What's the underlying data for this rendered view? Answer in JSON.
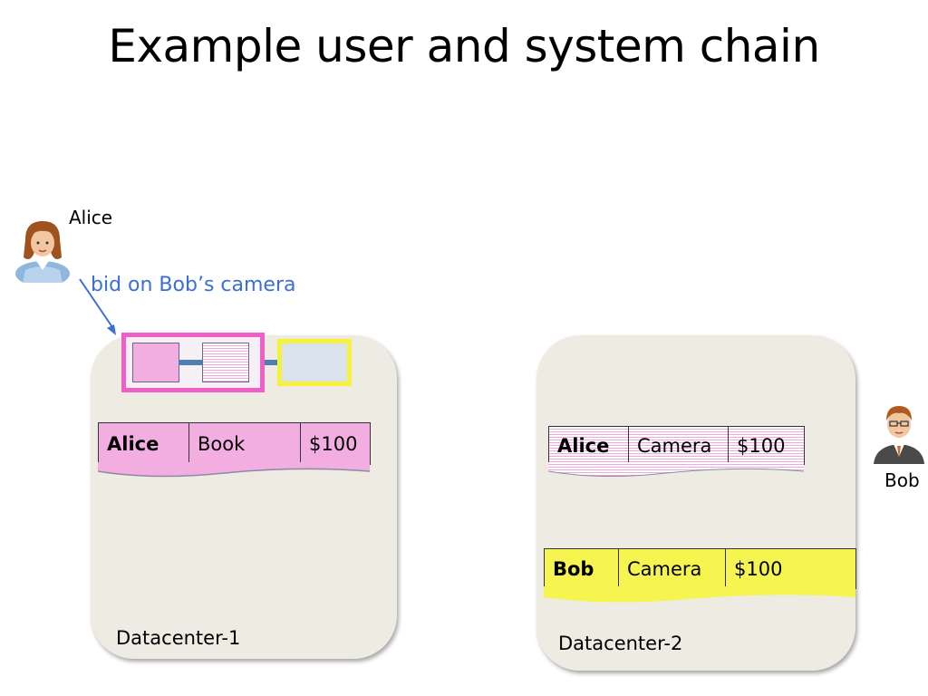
{
  "title": "Example user and system chain",
  "alice": {
    "name": "Alice",
    "action": "bid on Bob’s camera"
  },
  "bob": {
    "name": "Bob"
  },
  "datacenter1": {
    "label": "Datacenter-1",
    "record": {
      "user": "Alice",
      "item": "Book",
      "price": "$100"
    }
  },
  "datacenter2": {
    "label": "Datacenter-2",
    "record_replica": {
      "user": "Alice",
      "item": "Camera",
      "price": "$100"
    },
    "record_owner": {
      "user": "Bob",
      "item": "Camera",
      "price": "$100"
    }
  },
  "colors": {
    "user_alice": "#f2aee0",
    "system_chain": "#f05fc8",
    "user_bob": "#f6f44f",
    "link_text": "#3b6fd4",
    "datacenter_fill": "#eeebe3"
  }
}
